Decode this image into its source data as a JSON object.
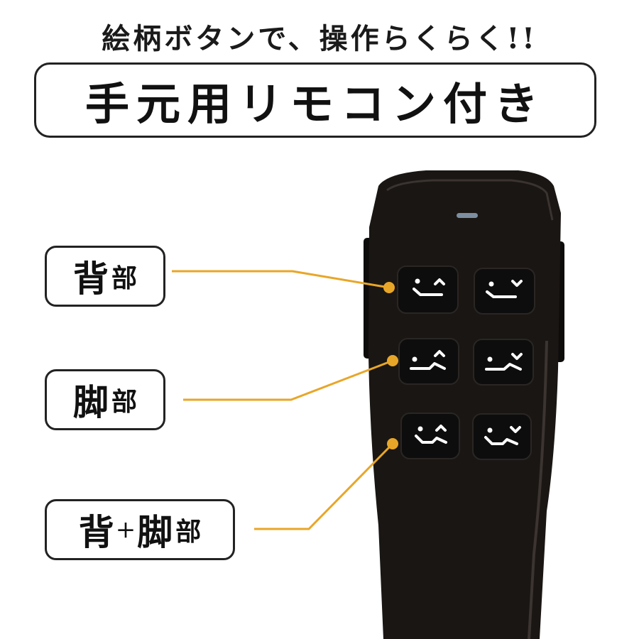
{
  "header": {
    "subtitle": "絵柄ボタンで、操作らくらく!!",
    "title": "手元用リモコン付き"
  },
  "labels": {
    "back": {
      "main": "背",
      "suffix": "部"
    },
    "leg": {
      "main": "脚",
      "suffix": "部"
    },
    "back_leg": {
      "main1": "背",
      "plus": "+",
      "main2": "脚",
      "suffix": "部"
    }
  },
  "remote": {
    "buttons": [
      {
        "row": 1,
        "side": "left",
        "icon": "back-up-icon"
      },
      {
        "row": 1,
        "side": "right",
        "icon": "back-down-icon"
      },
      {
        "row": 2,
        "side": "left",
        "icon": "leg-up-icon"
      },
      {
        "row": 2,
        "side": "right",
        "icon": "leg-down-icon"
      },
      {
        "row": 3,
        "side": "left",
        "icon": "back-leg-up-icon"
      },
      {
        "row": 3,
        "side": "right",
        "icon": "back-leg-down-icon"
      }
    ]
  },
  "colors": {
    "accent": "#e8a628",
    "remote_body": "#1a1614",
    "button": "#0d0d0d",
    "button_icon": "#ffffff",
    "led": "#7c8ea0"
  }
}
